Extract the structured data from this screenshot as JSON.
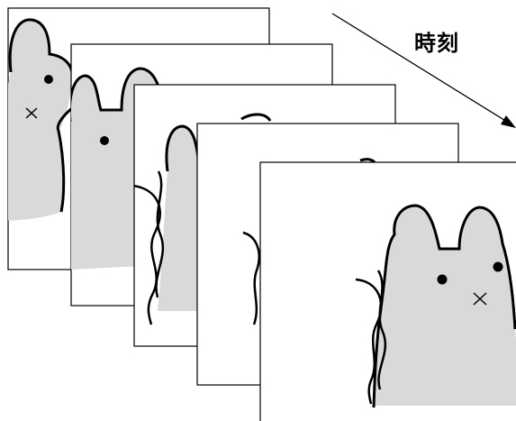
{
  "time_label": "時刻",
  "frame_count": 5,
  "colors": {
    "background": "#ffffff",
    "frame_border": "#000000",
    "body_fill": "#d9d9d9",
    "ink": "#000000"
  },
  "icons": {
    "frames": "cartoon-mouse-animation-frame",
    "time_arrow": "arrow-down-right-icon"
  }
}
